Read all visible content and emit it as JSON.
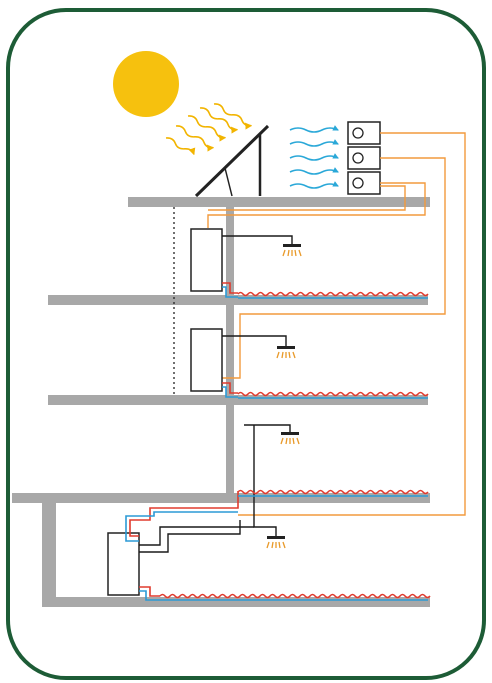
{
  "diagram": {
    "colors": {
      "frame": "#1d5c36",
      "background": "#ffffff",
      "sun": "#f6c10e",
      "sun_rays": "#f2b400",
      "wind_arrows": "#2aa8d8",
      "structure": "#a8a8a8",
      "pipe_hot": "#e03b2e",
      "pipe_cold": "#2b9ad6",
      "pipe_orange": "#f29a3d",
      "pipe_black": "#1a1a1a",
      "shower": "#e99a2a",
      "unit_fill": "#ffffff",
      "unit_stroke": "#222222"
    },
    "icons": [
      "sun-icon",
      "solar-panel-icon",
      "heat-pump-unit-icon",
      "water-tank-icon",
      "shower-head-icon"
    ],
    "components": {
      "outdoor_units": 3,
      "water_tanks": 3,
      "shower_heads": 4,
      "underfloor_loops": 4,
      "floors": 4
    }
  }
}
